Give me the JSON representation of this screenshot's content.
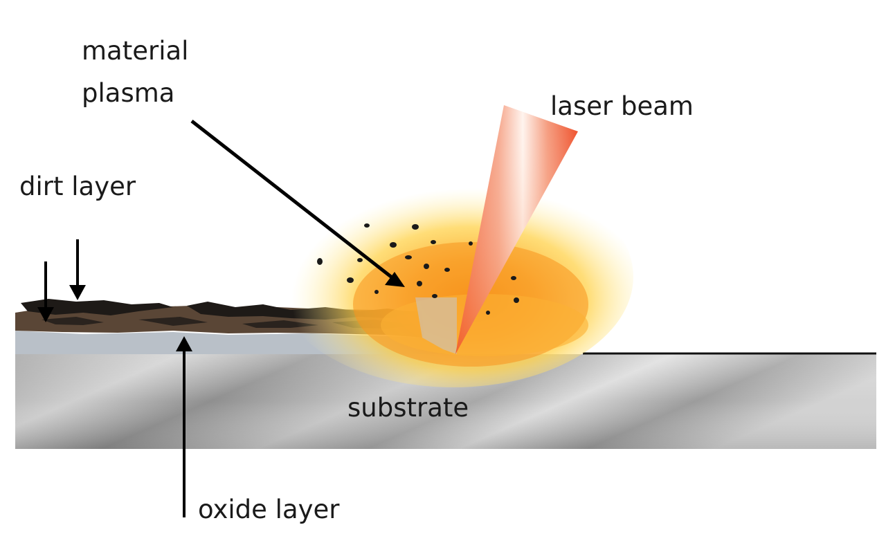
{
  "labels": {
    "material_plasma_line1": "material",
    "material_plasma_line2": "plasma",
    "laser_beam": "laser beam",
    "dirt_layer": "dirt layer",
    "substrate": "substrate",
    "oxide_layer": "oxide layer"
  },
  "colors": {
    "dirt": "#5a4636",
    "dirt_dark": "#1e1a17",
    "oxide": "#b9c0c8",
    "substrate_light": "#d8d8d8",
    "substrate_dark": "#8e8e8e",
    "laser_core": "#fff2ea",
    "laser_edge": "#f0552a",
    "plasma_yellow": "#ffd24a",
    "plasma_orange": "#f7941d",
    "arrow": "#000000"
  }
}
